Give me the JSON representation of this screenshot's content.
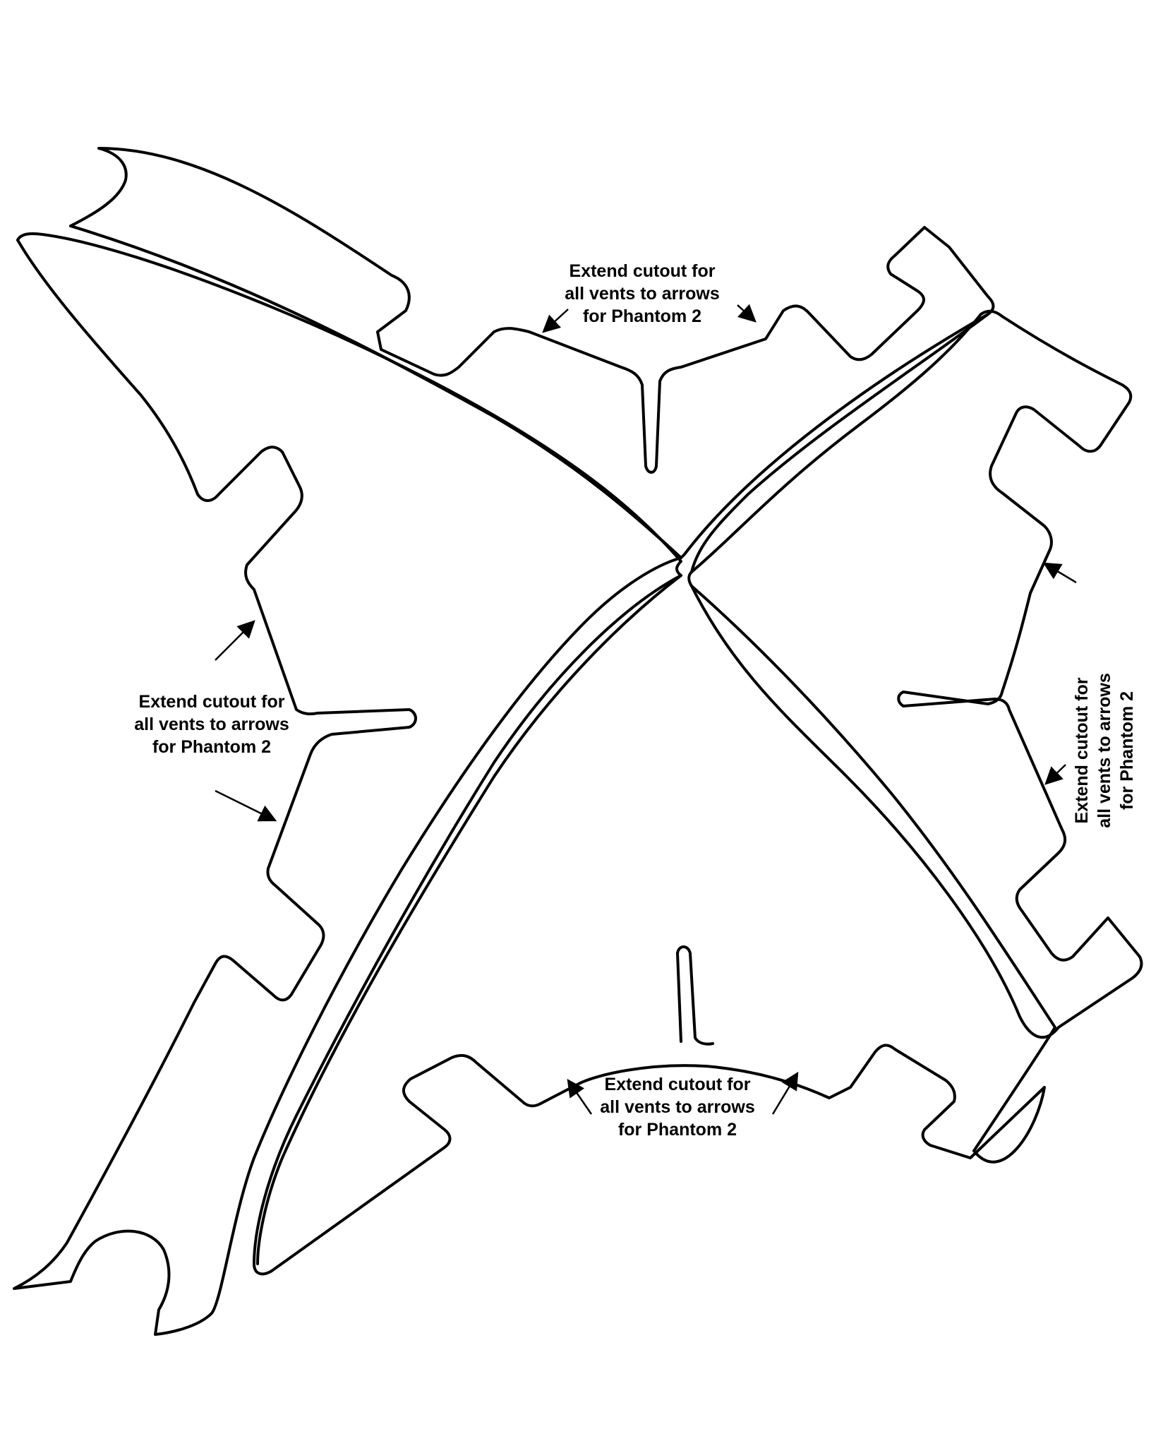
{
  "colors": {
    "line": "#000000",
    "background": "#ffffff"
  },
  "annotations": [
    {
      "id": "top",
      "lines": [
        "Extend cutout for",
        "all vents to arrows",
        "for Phantom 2"
      ]
    },
    {
      "id": "left",
      "lines": [
        "Extend cutout for",
        "all vents to arrows",
        "for Phantom 2"
      ]
    },
    {
      "id": "bottom",
      "lines": [
        "Extend cutout for",
        "all vents to arrows",
        "for Phantom 2"
      ]
    },
    {
      "id": "right",
      "lines": [
        "Extend cutout for",
        "all vents to arrows",
        "for Phantom 2"
      ]
    }
  ]
}
